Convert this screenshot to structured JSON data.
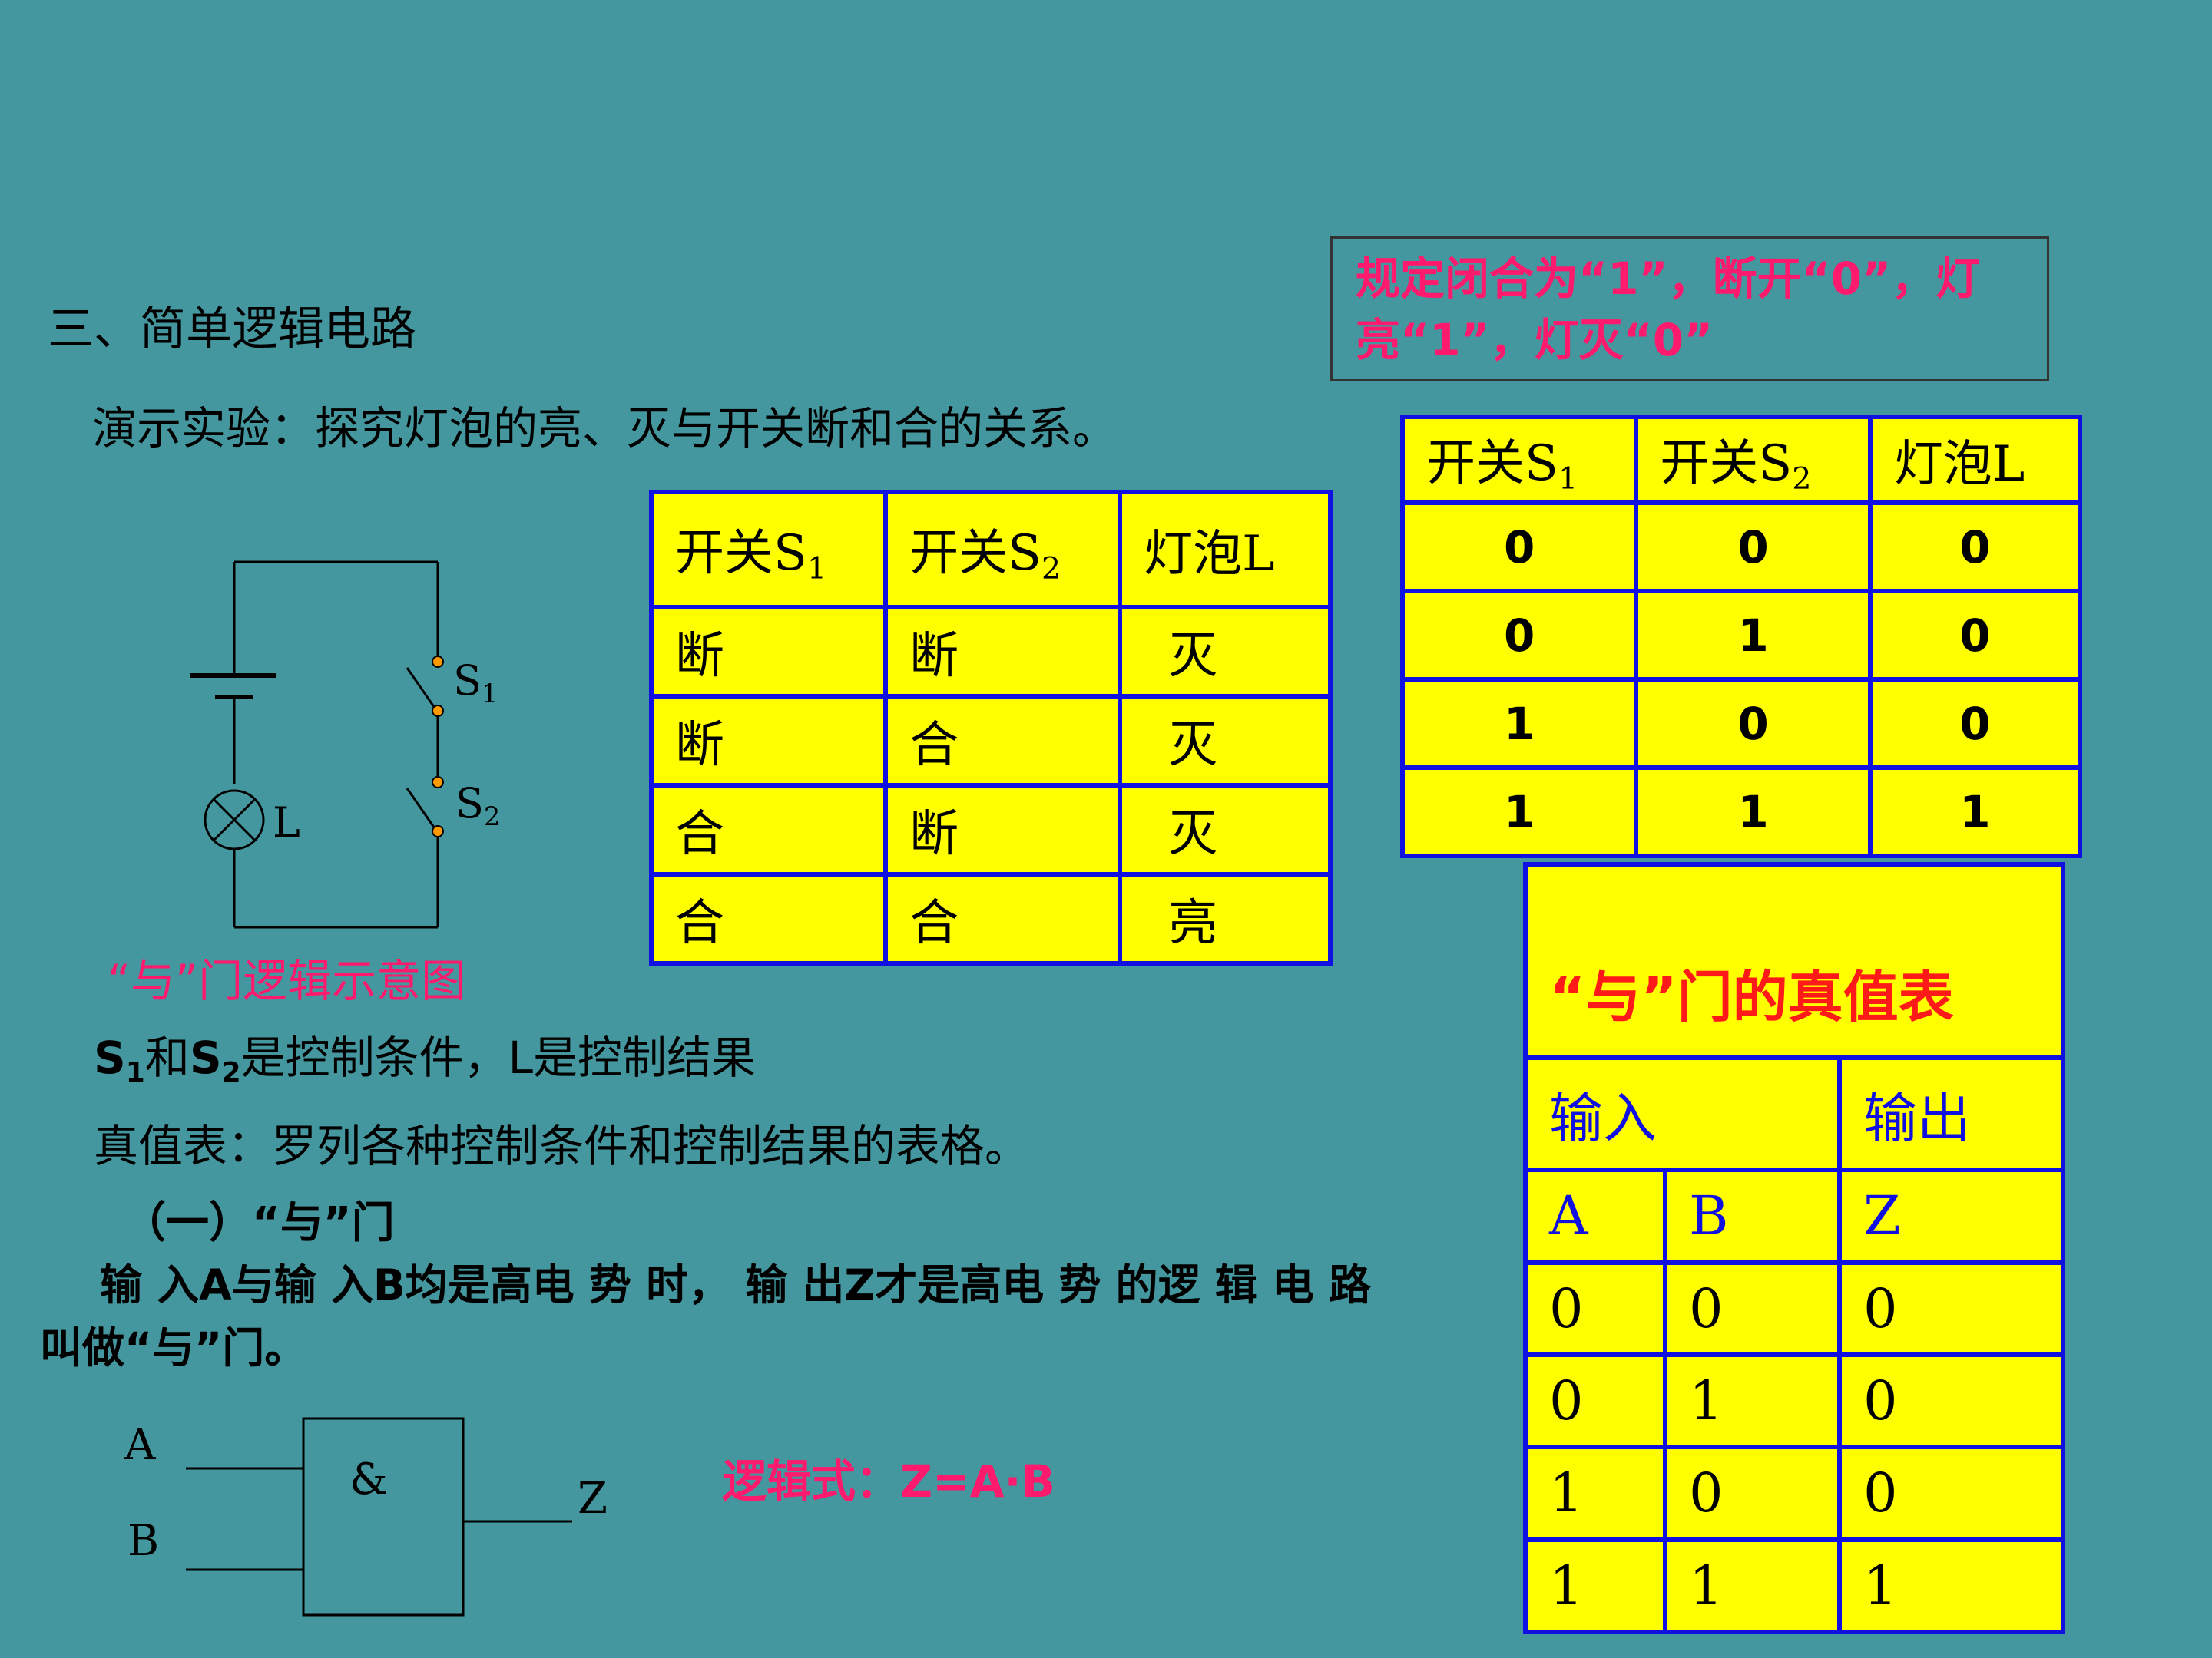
{
  "section_title": "三、简单逻辑电路",
  "experiment_text": "演示实验：探究灯泡的亮、灭与开关断和合的关系。",
  "convention_note": {
    "line1": "规定闭合为“1”，断开“0”，灯",
    "line2": "亮“1”，灯灭“0”"
  },
  "circuit": {
    "lamp_label": "L",
    "switch1_label": "S",
    "switch1_sub": "1",
    "switch2_label": "S",
    "switch2_sub": "2",
    "caption": "“与”门逻辑示意图"
  },
  "state_table": {
    "headers": [
      {
        "main": "开关S",
        "sub": "1"
      },
      {
        "main": "开关S",
        "sub": "2"
      },
      {
        "main": "灯泡L",
        "sub": ""
      }
    ],
    "rows": [
      [
        "断",
        "断",
        "灭"
      ],
      [
        "断",
        "合",
        "灭"
      ],
      [
        "合",
        "断",
        "灭"
      ],
      [
        "合",
        "合",
        "亮"
      ]
    ]
  },
  "binary_table": {
    "headers": [
      {
        "main": "开关S",
        "sub": "1"
      },
      {
        "main": "开关S",
        "sub": "2"
      },
      {
        "main": "灯泡L",
        "sub": ""
      }
    ],
    "rows": [
      [
        "0",
        "0",
        "0"
      ],
      [
        "0",
        "1",
        "0"
      ],
      [
        "1",
        "0",
        "0"
      ],
      [
        "1",
        "1",
        "1"
      ]
    ]
  },
  "condition_line": {
    "s": "S",
    "sub1": "1",
    "and": "和",
    "s2": "S",
    "sub2": "2",
    "rest": "是控制条件，L是控制结果"
  },
  "truth_definition": "真值表：罗列各种控制条件和控制结果的表格。",
  "gate_heading": "（一）“与”门",
  "gate_definition_line1": "输 入A与输 入B均是高电 势 时， 输 出Z才是高电 势 的逻 辑 电 路",
  "gate_definition_line2": "叫做“与”门。",
  "gate_symbol": {
    "input_a": "A",
    "input_b": "B",
    "symbol": "&",
    "output": "Z"
  },
  "logic_expression": "逻辑式：Z=A·B",
  "truth_table": {
    "title": "“与”门的真值表",
    "input_label": "输入",
    "output_label": "输出",
    "columns": [
      "A",
      "B",
      "Z"
    ],
    "rows": [
      [
        "0",
        "0",
        "0"
      ],
      [
        "0",
        "1",
        "0"
      ],
      [
        "1",
        "0",
        "0"
      ],
      [
        "1",
        "1",
        "1"
      ]
    ]
  },
  "colors": {
    "background": "#44979e",
    "table_fill": "#ffff00",
    "table_border": "#1010e0",
    "accent_pink": "#ff1a6e",
    "title_red": "#ff1a1a"
  }
}
